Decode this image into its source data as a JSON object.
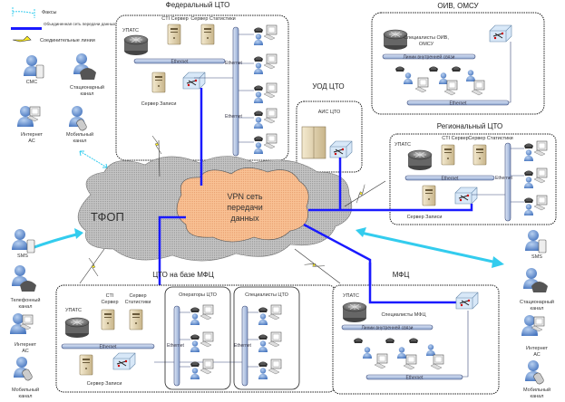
{
  "legend": {
    "items": [
      {
        "icon": "cyan-link-icon",
        "label": "Факсы"
      },
      {
        "icon": "blue-line-icon",
        "label": "Объединенная сеть передачи данных"
      },
      {
        "icon": "lightning-icon",
        "label": "Соединительные линии"
      }
    ]
  },
  "clouds": {
    "pstn": "ТФОП",
    "vpn_line1": "VPN сеть",
    "vpn_line2": "передачи",
    "vpn_line3": "данных"
  },
  "federal": {
    "title": "Федеральный ЦТО",
    "pbx": "УПАТС",
    "cti": "CTI Сервер",
    "stats": "Сервер Статистики",
    "record": "Сервер Записи",
    "ethernet_h": "Ethernet",
    "ethernet_v1": "Ethernet",
    "ethernet_v2": "Ethernet"
  },
  "oiv": {
    "title": "ОИВ, ОМСУ",
    "specialists_line1": "Специалисты ОИВ,",
    "specialists_line2": "ОМСУ",
    "phone_bus": "Линии внутренней связи",
    "ethernet": "Ethernet"
  },
  "nod": {
    "title": "УОД ЦТО",
    "ais": "АИС ЦТО"
  },
  "regional": {
    "title": "Региональный ЦТО",
    "pbx": "УПАТС",
    "cti": "CTI Сервер",
    "stats": "Сервер Статистики",
    "record": "Сервер Записи",
    "ethernet_h": "Ethernet",
    "ethernet_v": "Ethernet"
  },
  "mfc_cto": {
    "title": "ЦТО на базе МФЦ",
    "pbx": "УПАТС",
    "cti_line1": "CTI",
    "cti_line2": "Сервер",
    "stats_line1": "Сервер",
    "stats_line2": "Статистики",
    "record": "Сервер Записи",
    "ethernet": "Ethernet",
    "operators": "Операторы ЦТО",
    "operators_eth": "Ethernet",
    "specialists": "Специалисты ЦТО",
    "specialists_eth": "Ethernet"
  },
  "mfc": {
    "title": "МФЦ",
    "pbx": "УПАТС",
    "specialists": "Специалисты МФЦ",
    "phone_bus": "Линии внутренней связи",
    "ethernet": "Ethernet"
  },
  "users_left_top": [
    {
      "line1": "СМС",
      "line2": ""
    },
    {
      "line1": "Стационарный",
      "line2": "канал"
    },
    {
      "line1": "Интернет",
      "line2": "АС"
    },
    {
      "line1": "Мобильный",
      "line2": "канал"
    }
  ],
  "users_left": [
    {
      "line1": "SMS",
      "line2": ""
    },
    {
      "line1": "Телефонный",
      "line2": "канал"
    },
    {
      "line1": "Интернет",
      "line2": "АС"
    },
    {
      "line1": "Мобильный",
      "line2": "канал"
    }
  ],
  "users_right": [
    {
      "line1": "SMS",
      "line2": ""
    },
    {
      "line1": "Стационарный",
      "line2": "канал"
    },
    {
      "line1": "Интернет",
      "line2": "АС"
    },
    {
      "line1": "Мобильный",
      "line2": "канал"
    }
  ],
  "colors": {
    "network_line": "#1a1aff",
    "fax_arrow": "#33ccee",
    "pstn_cloud": "#b4b4b4",
    "vpn_cloud": "#f7b987",
    "bus": "#b8c8e8",
    "lightning": "#ffee22"
  }
}
